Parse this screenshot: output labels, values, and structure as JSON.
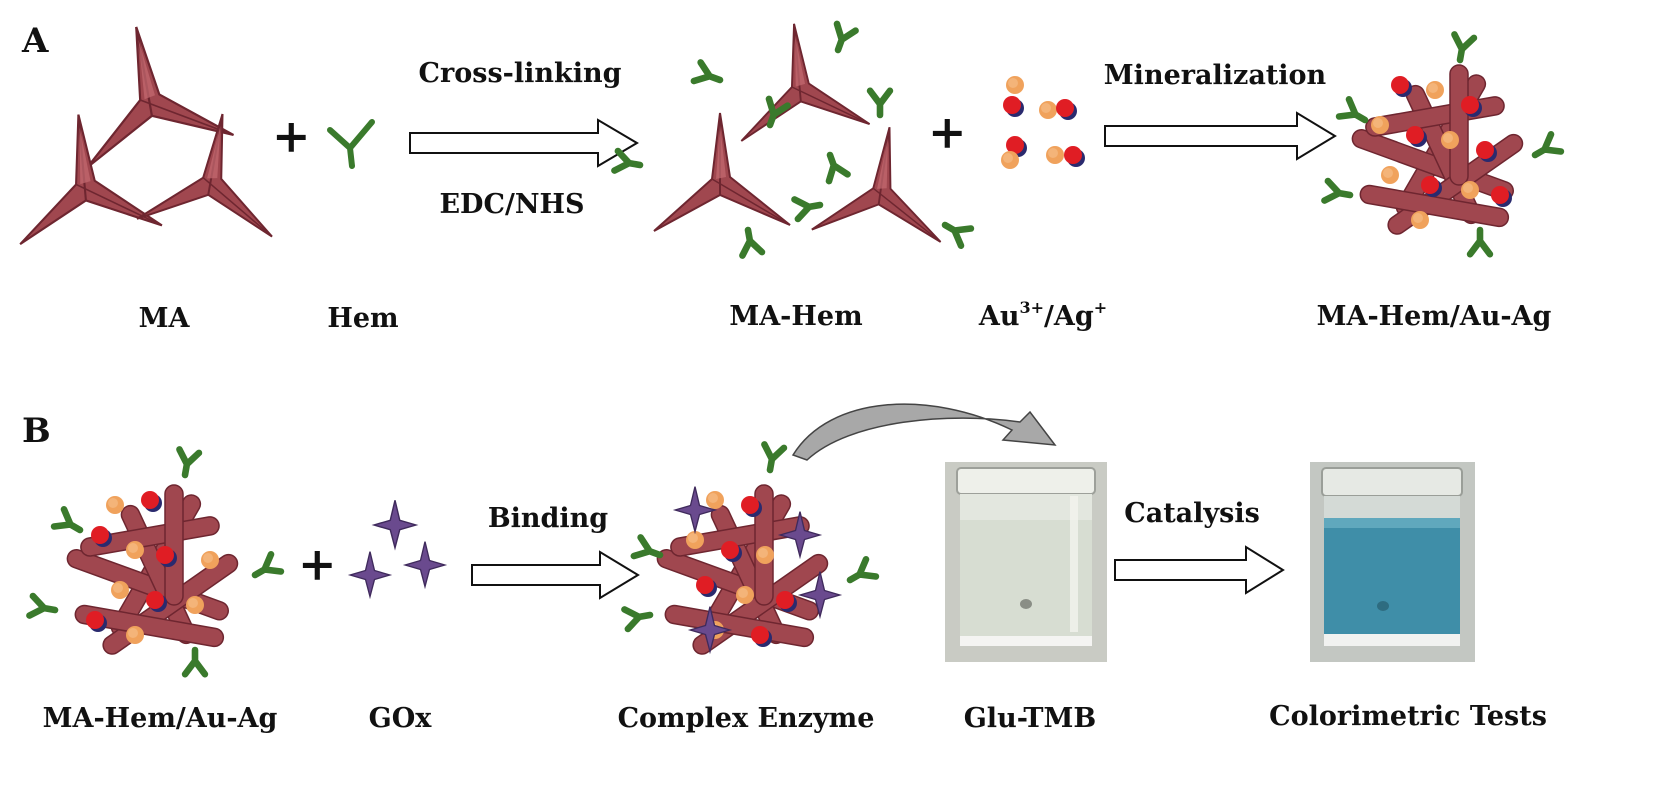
{
  "panel_a": {
    "letter": "A",
    "plus_1": "+",
    "plus_2": "+",
    "arrow_1": {
      "top": "Cross-linking",
      "bottom": "EDC/NHS"
    },
    "arrow_2": {
      "top": "Mineralization"
    },
    "labels": {
      "ma": "MA",
      "hem": "Hem",
      "ma_hem": "MA-Hem",
      "ions_au": "Au",
      "ions_au_sup": "3+",
      "ions_sep": "/Ag",
      "ions_ag_sup": "+",
      "product": "MA-Hem/Au-Ag"
    }
  },
  "panel_b": {
    "letter": "B",
    "plus_1": "+",
    "arrow_1": {
      "top": "Binding"
    },
    "arrow_2": {
      "top": "Catalysis"
    },
    "labels": {
      "start": "MA-Hem/Au-Ag",
      "gox": "GOx",
      "complex": "Complex Enzyme",
      "glu_tmb": "Glu-TMB",
      "colorimetric": "Colorimetric Tests"
    }
  },
  "colors": {
    "ma_rod": "#a0474f",
    "ma_rod_dark": "#6e2630",
    "hem_green": "#3a7a2c",
    "au_orange": "#f0a25c",
    "ag_red": "#e01d24",
    "ag_navy": "#2a2a6e",
    "gox_purple": "#6a4a8e",
    "vial_clear": "#d8ded6",
    "vial_blue": "#3f8ea8"
  }
}
